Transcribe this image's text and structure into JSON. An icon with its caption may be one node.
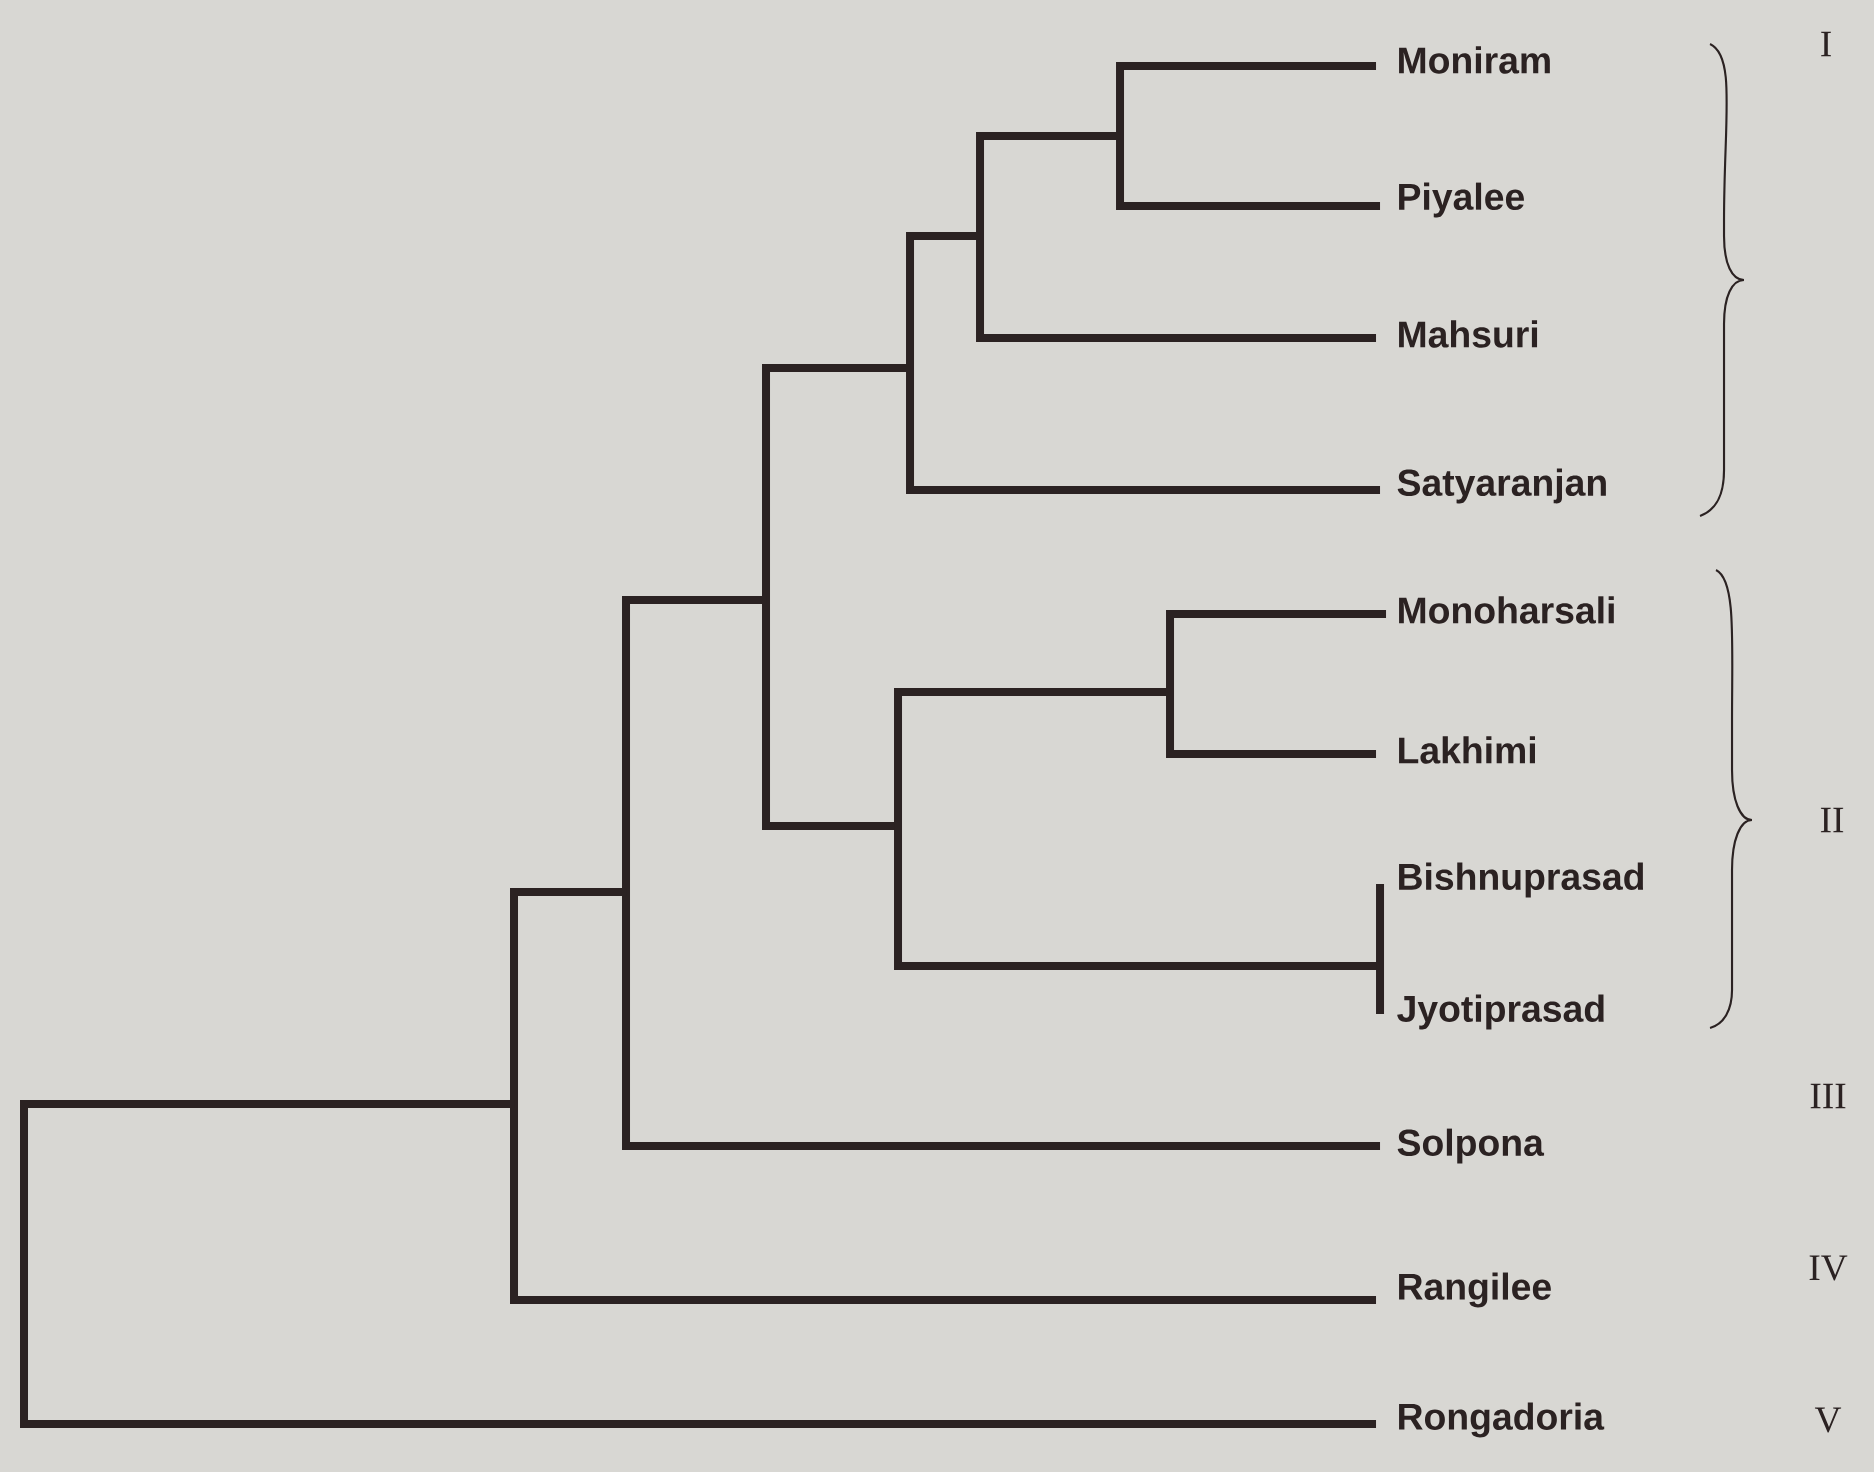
{
  "diagram": {
    "labels": [
      "Moniram",
      "I",
      "Piyalee",
      "Mahsuri",
      "Satyaranjan",
      "Monoharsali",
      "Lakhimi",
      "II",
      "Bishnuprasad",
      "Jyotiprasad",
      "Solpona",
      "III",
      "Rangilee",
      "IV",
      "Rongadoria",
      "V"
    ]
  }
}
